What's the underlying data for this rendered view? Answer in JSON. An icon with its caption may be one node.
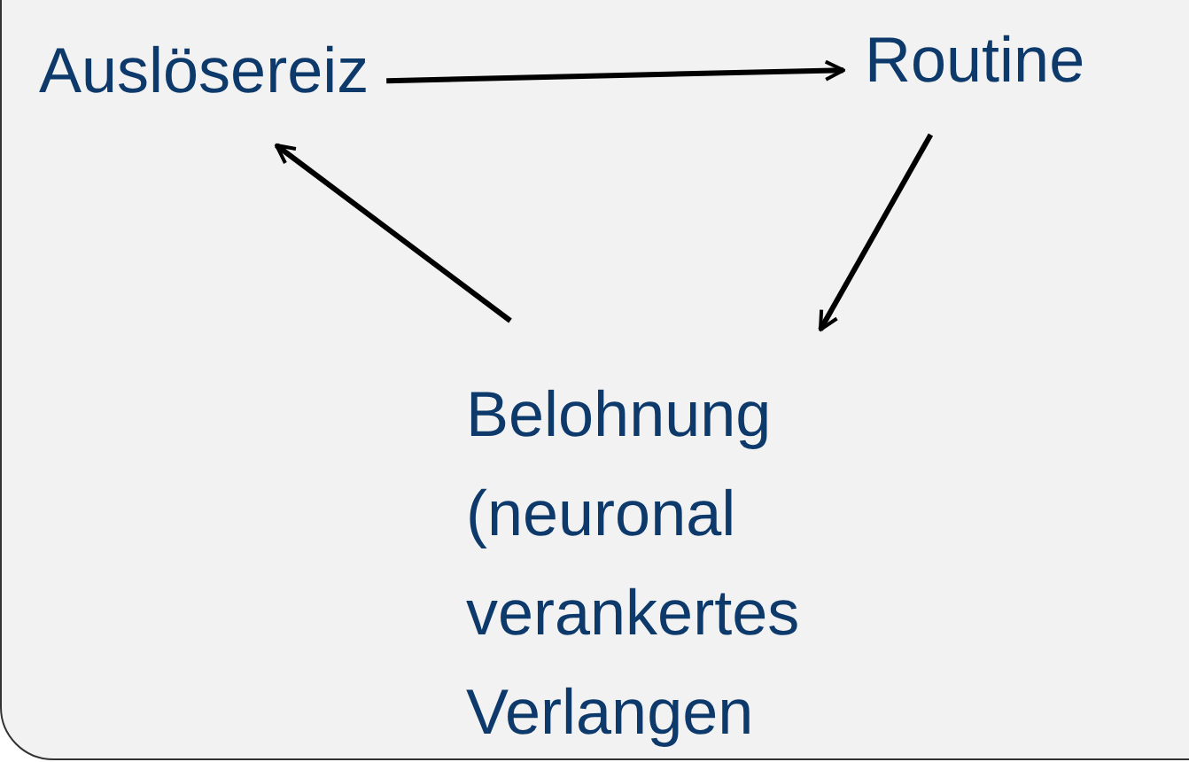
{
  "diagram": {
    "nodes": [
      {
        "text": [
          "Auslösereiz"
        ]
      },
      {
        "text": [
          "Routine"
        ]
      },
      {
        "text": [
          "Belohnung (neuronal verankertes Verlangen"
        ]
      }
    ],
    "edges": [
      {
        "from": 0,
        "to": 1,
        "arrow": "to"
      },
      {
        "from": 1,
        "to": 2,
        "arrow": "to"
      },
      {
        "from": 2,
        "to": 0,
        "arrow": "to"
      }
    ]
  }
}
